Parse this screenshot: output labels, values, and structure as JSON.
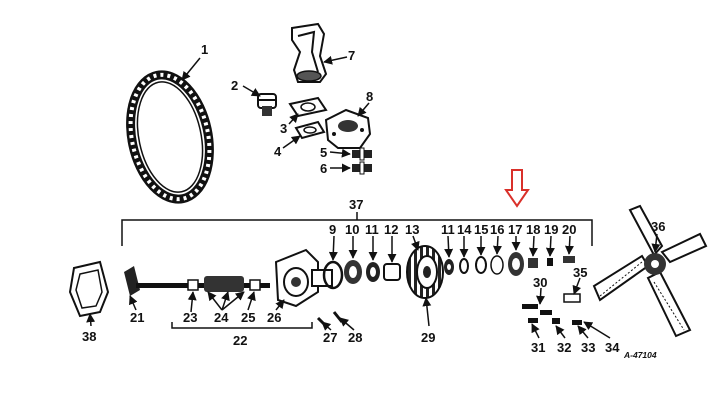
{
  "diagram": {
    "figure_code": "A-47104",
    "labels": {
      "p1": "1",
      "p2": "2",
      "p3": "3",
      "p4": "4",
      "p5": "5",
      "p6": "6",
      "p7": "7",
      "p8": "8",
      "p9": "9",
      "p10": "10",
      "p11a": "11",
      "p11b": "11",
      "p12": "12",
      "p13": "13",
      "p14": "14",
      "p15": "15",
      "p16": "16",
      "p17": "17",
      "p18": "18",
      "p19": "19",
      "p20": "20",
      "p21": "21",
      "p22": "22",
      "p23": "23",
      "p24": "24",
      "p25": "25",
      "p26": "26",
      "p27": "27",
      "p28": "28",
      "p29": "29",
      "p30": "30",
      "p31": "31",
      "p32": "32",
      "p33": "33",
      "p34": "34",
      "p35": "35",
      "p36": "36",
      "p37": "37",
      "p38": "38"
    },
    "colors": {
      "ink": "#111111",
      "highlight_arrow": "#d9302a",
      "paper": "#ffffff"
    }
  }
}
